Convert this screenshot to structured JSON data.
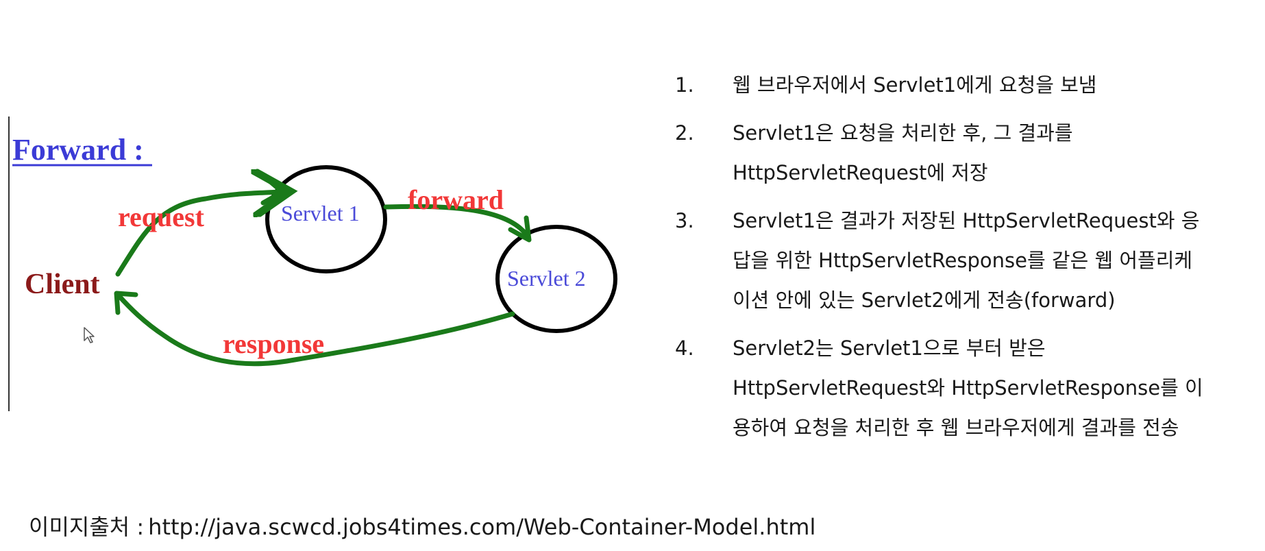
{
  "diagram": {
    "title": "Forward :",
    "client_label": "Client",
    "servlet1_label": "Servlet 1",
    "servlet2_label": "Servlet 2",
    "request_label": "request",
    "forward_label": "forward",
    "response_label": "response",
    "colors": {
      "title": "#3b3bd6",
      "client": "#8b1a1a",
      "arrow_label": "#f23838",
      "servlet_label": "#4a4ad8",
      "arrow": "#1a7a1a",
      "circle": "#000000"
    }
  },
  "steps": [
    {
      "num": "1.",
      "lines": [
        "웹 브라우저에서 Servlet1에게 요청을 보냄"
      ]
    },
    {
      "num": "2.",
      "lines": [
        "Servlet1은 요청을 처리한 후, 그 결과를",
        "HttpServletRequest에 저장"
      ]
    },
    {
      "num": "3.",
      "lines": [
        "Servlet1은 결과가 저장된 HttpServletRequest와 응",
        "답을 위한 HttpServletResponse를 같은 웹 어플리케",
        "이션 안에 있는 Servlet2에게 전송(forward)"
      ]
    },
    {
      "num": "4.",
      "lines": [
        "Servlet2는 Servlet1으로 부터 받은",
        "HttpServletRequest와 HttpServletResponse를 이",
        "용하여 요청을 처리한 후 웹 브라우저에게 결과를 전송"
      ]
    }
  ],
  "caption": {
    "label": "이미지출처 :",
    "url": "http://java.scwcd.jobs4times.com/Web-Container-Model.html"
  }
}
